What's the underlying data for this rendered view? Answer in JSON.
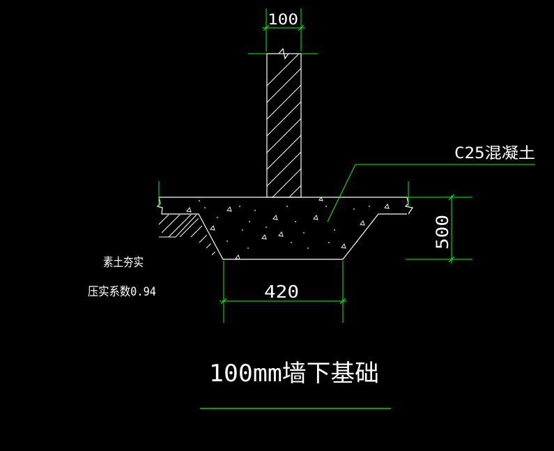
{
  "drawing": {
    "dimensions": {
      "wall_width": "100",
      "footing_height": "500",
      "footing_width": "420"
    },
    "labels": {
      "material": "C25混凝土",
      "soil_line1": "素土夯实",
      "soil_line2": "压实系数0.94"
    },
    "title": "100mm墙下基础",
    "colors": {
      "background": "#000000",
      "dimension_lines": "#00ff00",
      "outline": "#ffffff",
      "text": "#ffffff"
    }
  }
}
